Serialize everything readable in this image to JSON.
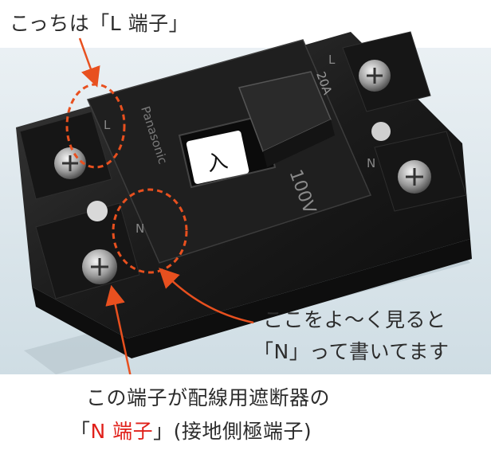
{
  "annotations": {
    "top_label": "こっちは「L 端子」",
    "right_label_line1": "ここをよ～く見ると",
    "right_label_line2": "「N」って書いてます",
    "bottom_label_line1": "この端子が配線用遮断器の",
    "bottom_label_open": "「",
    "bottom_label_highlight": "N 端子",
    "bottom_label_rest": "」(接地側極端子)"
  },
  "device": {
    "brand": "Panasonic",
    "rating": "20A",
    "voltage": "100V",
    "switch_mark": "入",
    "terminal_left_top": "L",
    "terminal_left_bottom": "N",
    "terminal_right_top": "L",
    "terminal_right_bottom": "N"
  },
  "colors": {
    "photo_background": "#dfe9ee",
    "device_body": "#1a1a1a",
    "highlight": "#e0201a",
    "dashed_circle": "#e8501f",
    "arrow": "#e8501f"
  }
}
